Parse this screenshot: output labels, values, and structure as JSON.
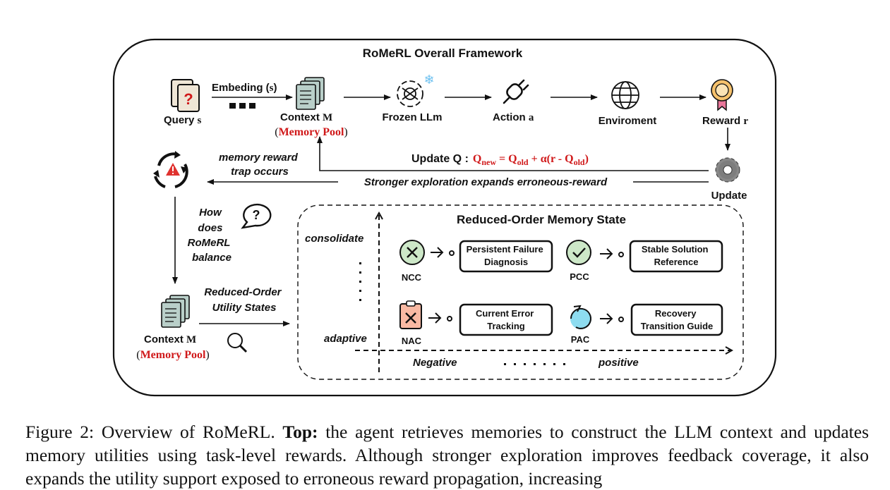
{
  "framework": {
    "title": "RoMeRL Overall Framework",
    "query_label": "Query",
    "query_var": "s",
    "embedding_label": "Embeding (s)",
    "context_label": "Context",
    "context_var": "M",
    "memory_pool_label": "Memory Pool",
    "frozen_llm_label": "Frozen LLm",
    "action_label": "Action",
    "action_var": "a",
    "environment_label": "Enviroment",
    "reward_label": "Reward",
    "reward_var": "r",
    "update_label": "Update",
    "update_q_label": "Update Q :",
    "update_formula": "Q_new = Q_old + α(r - Q_old)",
    "trap_label": "memory reward trap occurs",
    "exploration_label": "Stronger exploration expands erroneous-reward",
    "question_label": "How does RoMeRL balance",
    "utility_states_label": "Reduced-Order Utility States",
    "context2_label": "Context",
    "context2_var": "M",
    "memory_pool2_label": "Memory Pool"
  },
  "memory_state": {
    "title": "Reduced-Order Memory State",
    "y_top_label": "consolidate",
    "y_bottom_label": "adaptive",
    "x_left_label": "Negative",
    "x_right_label": "positive",
    "states": [
      {
        "code": "NCC",
        "description": "Persistent Failure Diagnosis"
      },
      {
        "code": "PCC",
        "description": "Stable Solution Reference"
      },
      {
        "code": "NAC",
        "description": "Current Error Tracking"
      },
      {
        "code": "PAC",
        "description": "Recovery Transition Guide"
      }
    ]
  },
  "caption": {
    "prefix": "Figure 2: Overview of RoMeRL.",
    "bold": "Top:",
    "text": "the agent retrieves memories to construct the LLM context and updates memory utilities using task-level rewards. Although stronger exploration improves feedback coverage, it also expands the utility support exposed to erroneous reward propagation, increasing"
  },
  "colors": {
    "accent_red": "#d0191a",
    "ncc_green": "#cde8c8",
    "pcc_green": "#cde8c8",
    "nac_orange": "#f9b9a3",
    "pac_cyan": "#8ddcf0",
    "doc_fill": "#b9cfc9",
    "snowflake": "#6ec1f0"
  }
}
